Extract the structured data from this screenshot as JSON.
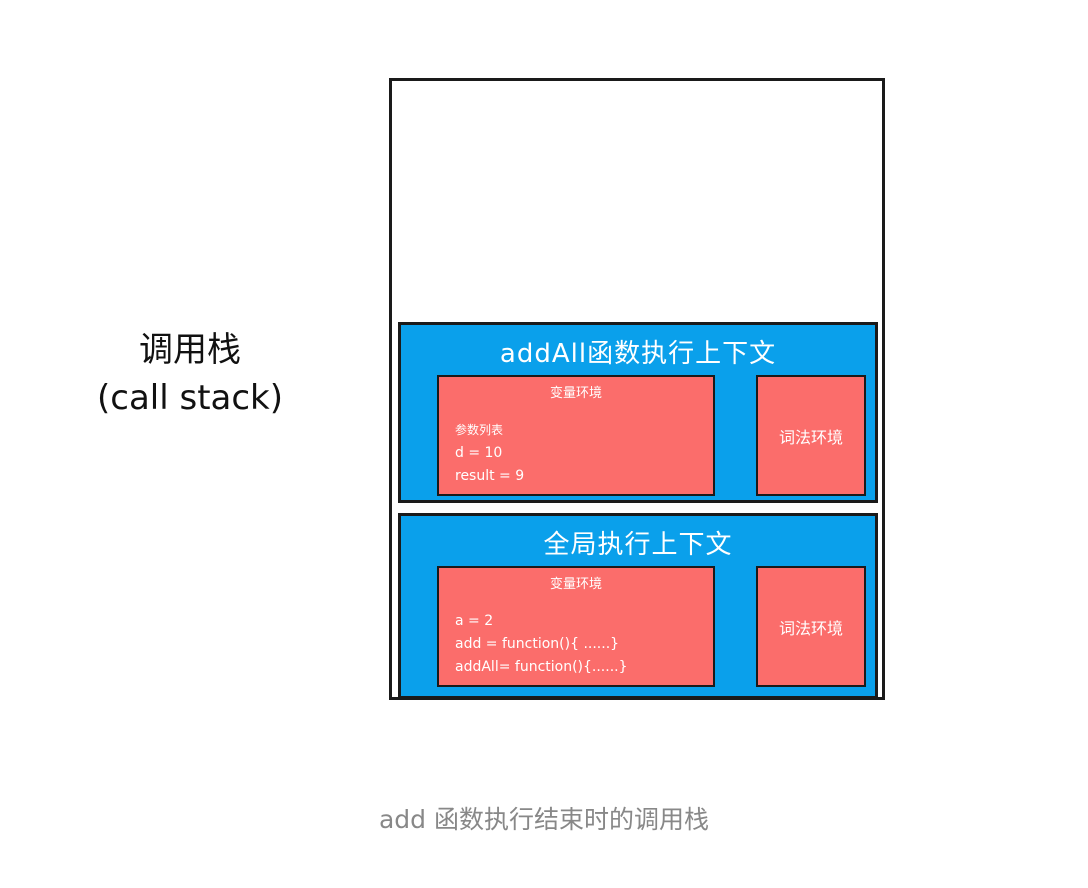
{
  "side_label": {
    "line1": "调用栈",
    "line2": "(call stack)"
  },
  "stack": {
    "contexts": [
      {
        "title": "addAll函数执行上下文",
        "variable_env": {
          "title": "变量环境",
          "lines": [
            "参数列表",
            "d = 10",
            "result = 9"
          ]
        },
        "lexical_env": {
          "title": "词法环境"
        }
      },
      {
        "title": "全局执行上下文",
        "variable_env": {
          "title": "变量环境",
          "lines": [
            "a = 2",
            "add = function(){ ......}",
            "addAll= function(){......}"
          ]
        },
        "lexical_env": {
          "title": "词法环境"
        }
      }
    ]
  },
  "caption": "add 函数执行结束时的调用栈"
}
